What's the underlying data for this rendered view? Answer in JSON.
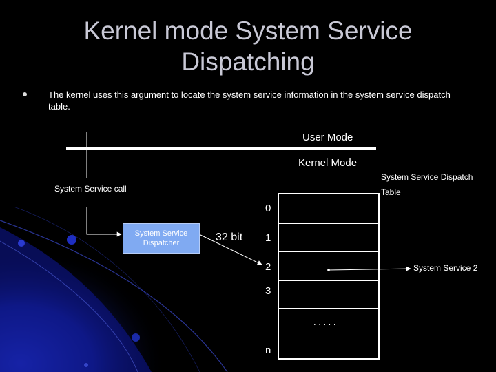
{
  "slide": {
    "title_line1": "Kernel mode System Service",
    "title_line2": "Dispatching",
    "bullet": "The kernel uses this argument to locate the system service information in the system service dispatch table."
  },
  "diagram": {
    "user_mode": "User Mode",
    "kernel_mode": "Kernel Mode",
    "system_service_call": "System Service call",
    "table_title_line1": "System Service Dispatch",
    "table_title_line2": "Table",
    "dispatcher": "System Service Dispatcher",
    "bit_label": "32 bit",
    "rows": [
      "0",
      "1",
      "2",
      "3",
      "n"
    ],
    "ellipsis": ". . . . .",
    "system_service_2": "System Service 2"
  },
  "colors": {
    "background": "#000000",
    "title": "#c9c9d6",
    "dispatcher_fill": "#80aaf2",
    "accent_blue": "#1a2fb0"
  }
}
